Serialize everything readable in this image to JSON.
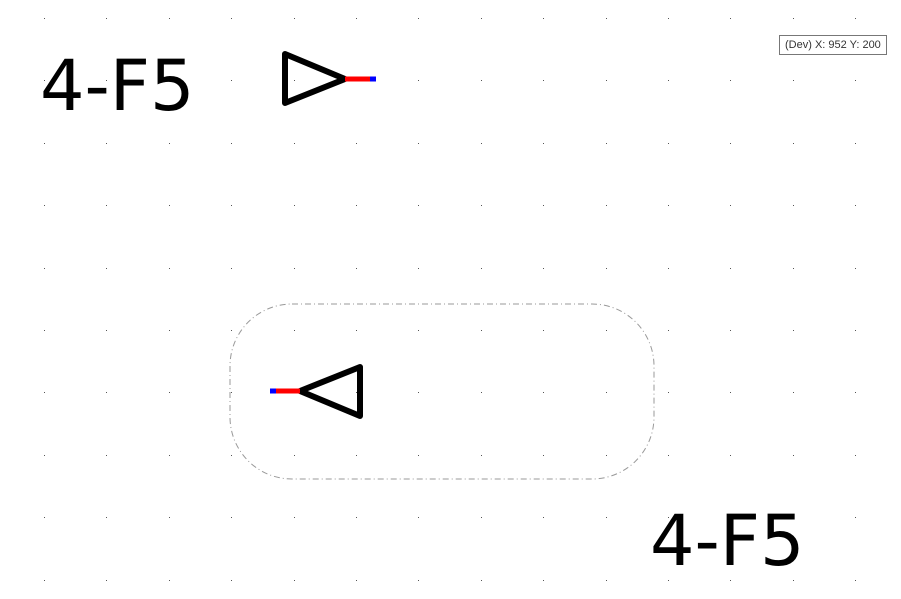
{
  "canvas": {
    "labels": [
      "4-F5",
      "4-F5"
    ],
    "coordinate_readout": "(Dev) X: 952 Y: 200",
    "colors": {
      "stroke": "#000000",
      "pin_line": "#ff0000",
      "pin_end": "#0000ff",
      "selection": "#999999",
      "grid": "#555555"
    }
  }
}
